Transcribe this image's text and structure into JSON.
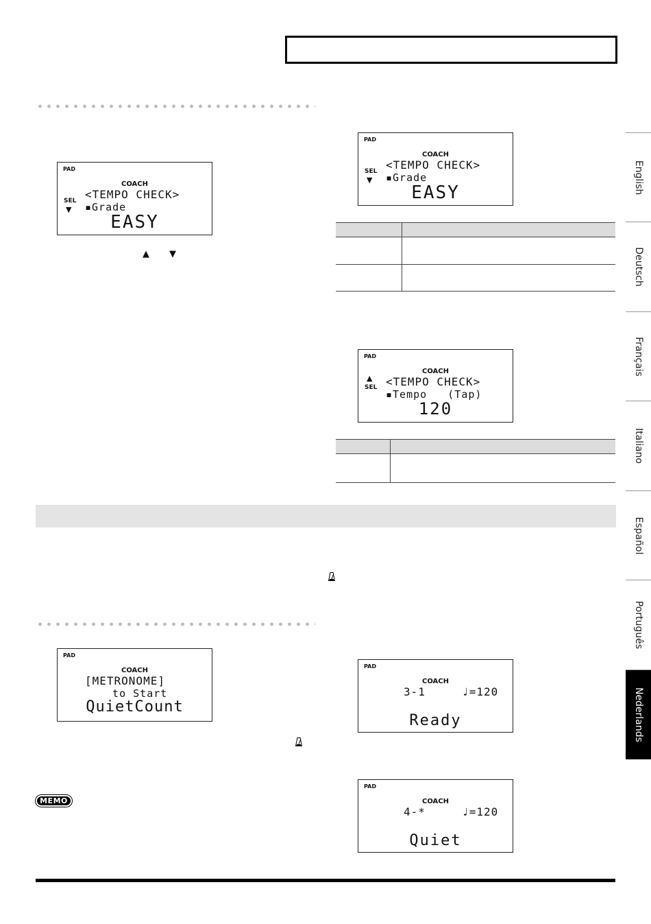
{
  "header": {
    "title": ""
  },
  "lcd_panels": [
    {
      "pad": "PAD",
      "coach": "COACH",
      "sel": "SEL",
      "line1": "<TEMPO CHECK>",
      "line2": "▪Grade",
      "big": "EASY"
    },
    {
      "pad": "PAD",
      "coach": "COACH",
      "sel": "SEL",
      "line1": "<TEMPO CHECK>",
      "line2": "▪Grade",
      "big": "EASY"
    },
    {
      "pad": "PAD",
      "coach": "COACH",
      "sel": "SEL",
      "line1": "<TEMPO CHECK>",
      "line2": "▪Tempo   (Tap)",
      "big": "120"
    },
    {
      "pad": "PAD",
      "coach": "COACH",
      "line1": "[METRONOME]",
      "line2": "  to Start",
      "big": "QuietCount"
    },
    {
      "pad": "PAD",
      "coach": "COACH",
      "line1": "3-1     ♩=120",
      "big": "Ready"
    },
    {
      "pad": "PAD",
      "coach": "COACH",
      "line1": "4-*     ♩=120",
      "big": "Quiet"
    }
  ],
  "symbols": {
    "up": "▲",
    "down": "▼"
  },
  "memo_label": "MEMO",
  "section_title": "",
  "side_tabs": [
    {
      "label": "English",
      "active": false
    },
    {
      "label": "Deutsch",
      "active": false
    },
    {
      "label": "Français",
      "active": false
    },
    {
      "label": "Italiano",
      "active": false
    },
    {
      "label": "Español",
      "active": false
    },
    {
      "label": "Português",
      "active": false
    },
    {
      "label": "Nederlands",
      "active": true
    }
  ],
  "icons": [
    "metronome-icon",
    "memo-icon",
    "up-arrow-icon",
    "down-arrow-icon"
  ]
}
